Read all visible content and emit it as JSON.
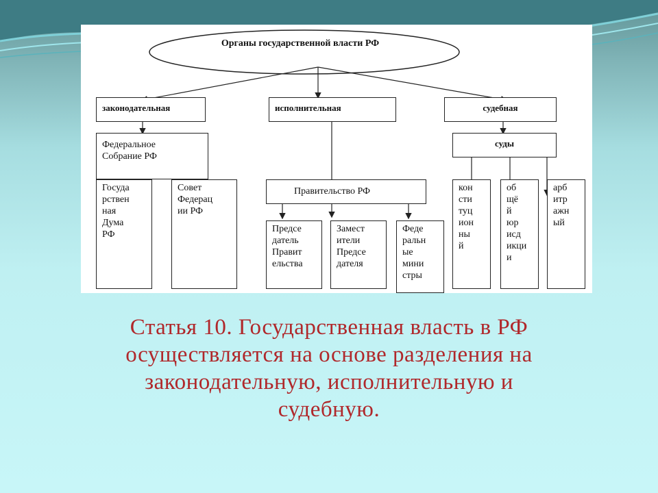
{
  "diagram": {
    "root": "Органы государственной власти РФ",
    "branches": {
      "legislative": "законодательная",
      "executive": "исполнительная",
      "judicial": "судебная"
    },
    "legislative": {
      "assembly": [
        "Федеральное",
        "Собрание РФ"
      ],
      "duma": [
        "Госуда",
        "рствен",
        "ная",
        "Дума",
        "РФ"
      ],
      "council": [
        "Совет",
        "Федерац",
        "ии РФ"
      ]
    },
    "executive": {
      "government": "Правительство РФ",
      "chairman": [
        "Предсе",
        "датель",
        "Правит",
        "ельства"
      ],
      "deputies": [
        "Замест",
        "ители",
        "Предсе",
        "дателя"
      ],
      "ministries": [
        "Феде",
        "ральн",
        "ые",
        "мини",
        "стры"
      ]
    },
    "judicial": {
      "courts": "суды",
      "constitutional": [
        "кон",
        "сти",
        "туц",
        "ион",
        "ны",
        "й"
      ],
      "general": [
        "об",
        "щё",
        "й",
        "юр",
        "исд",
        "икци",
        "и"
      ],
      "arbitration": [
        "арб",
        "итр",
        "ажн",
        "ый"
      ]
    }
  },
  "caption": {
    "lines": [
      "Статья 10. Государственная власть в РФ",
      "осуществляется на основе разделения на",
      "законодательную, исполнительную и",
      "судебную."
    ]
  },
  "colors": {
    "caption": "#b0282b",
    "background": "#bff0f2"
  }
}
